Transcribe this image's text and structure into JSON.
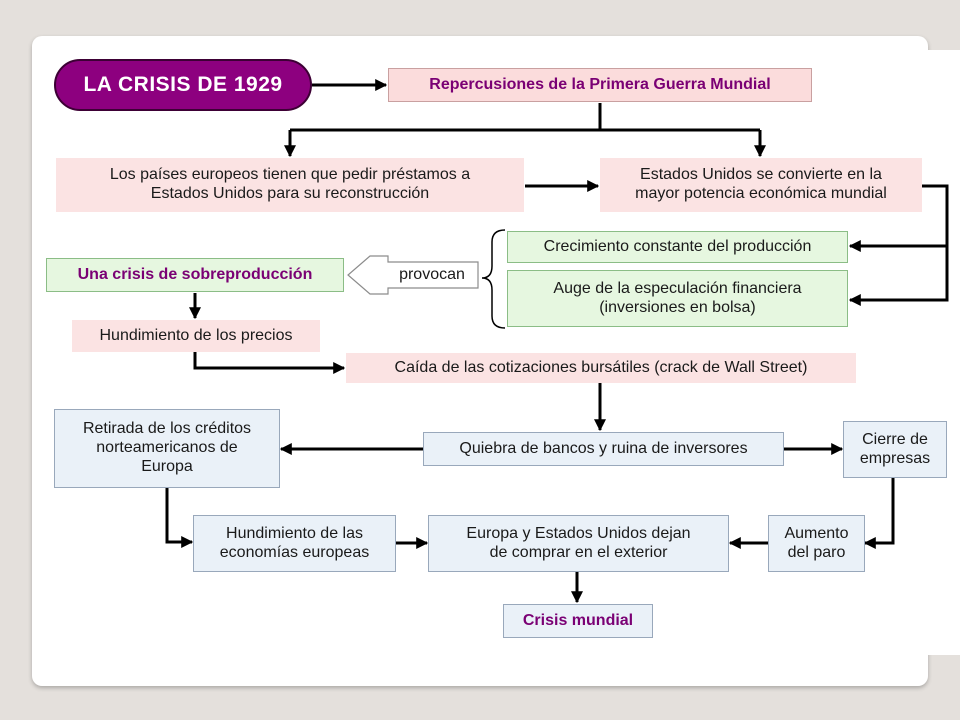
{
  "title": "LA CRISIS DE 1929",
  "nodes": {
    "repercusiones": "Repercusiones de la Primera Guerra Mundial",
    "paises_europeos": "Los países europeos tienen que pedir préstamos a\nEstados Unidos para su reconstrucción",
    "eeuu_potencia": "Estados Unidos se convierte en la\nmayor potencia económica mundial",
    "crecimiento": "Crecimiento constante del producción",
    "especulacion": "Auge de la especulación financiera\n(inversiones en bolsa)",
    "sobreproduccion": "Una crisis de sobreproducción",
    "provocan": "provocan",
    "hundimiento_precios": "Hundimiento de los precios",
    "caida_cotizaciones": "Caída de las cotizaciones bursátiles (crack de Wall Street)",
    "retirada_creditos": "Retirada de los créditos\nnorteamericanos de\nEuropa",
    "quiebra_bancos": "Quiebra de bancos y ruina de inversores",
    "cierre_empresas": "Cierre de\nempresas",
    "hundimiento_economias": "Hundimiento de las\neconomías europeas",
    "europa_eeuu": "Europa y Estados Unidos dejan\nde comprar en el exterior",
    "aumento_paro": "Aumento\ndel paro",
    "crisis_mundial": "Crisis mundial"
  },
  "colors": {
    "title_fill": "#8d007f",
    "pink_box": "#fbe3e3",
    "green_box": "#e6f7e0",
    "blue_box": "#eaf1f8",
    "purple_text": "#7a0074",
    "arrow": "#000000"
  }
}
